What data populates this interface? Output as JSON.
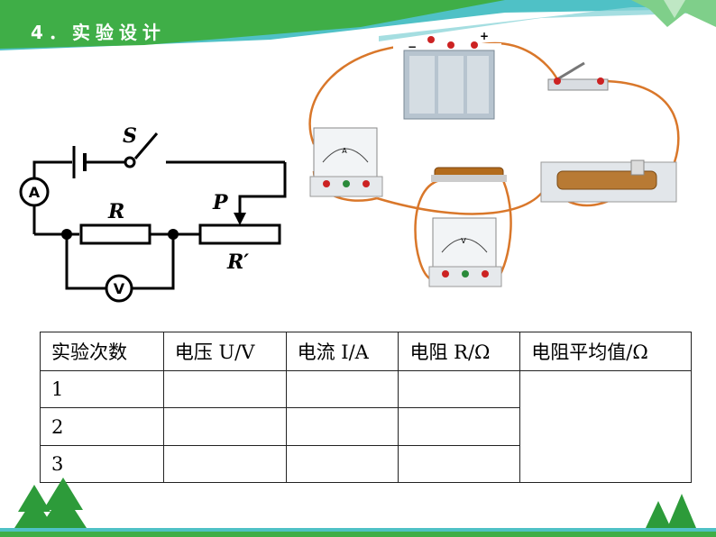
{
  "slide": {
    "title": "4．实验设计"
  },
  "circuit": {
    "label_s": "S",
    "label_r": "R",
    "label_p": "P",
    "label_rprime": "R′",
    "ammeter_symbol": "A",
    "voltmeter_symbol": "V"
  },
  "photo": {
    "battery_minus": "−",
    "battery_plus": "+",
    "ammeter_dial": "A",
    "voltmeter_dial": "V"
  },
  "table": {
    "headers": [
      "实验次数",
      "电压 U/V",
      "电流 I/A",
      "电阻 R/Ω",
      "电阻平均值/Ω"
    ],
    "rows": [
      {
        "trial": "1",
        "u": "",
        "i": "",
        "r": ""
      },
      {
        "trial": "2",
        "u": "",
        "i": "",
        "r": ""
      },
      {
        "trial": "3",
        "u": "",
        "i": "",
        "r": ""
      }
    ],
    "average": ""
  },
  "colors": {
    "header_green": "#3fae47",
    "header_teal": "#4fc1c6",
    "wire_orange": "#d9772a",
    "tree_green": "#2d9b3a"
  }
}
